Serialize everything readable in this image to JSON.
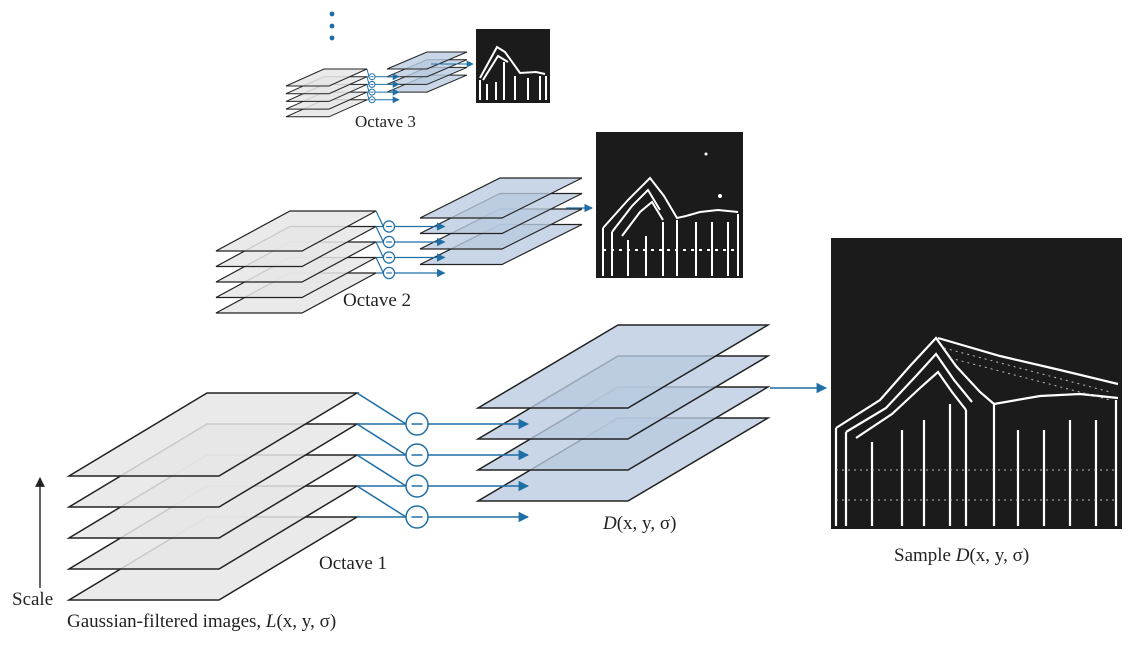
{
  "octaves": [
    {
      "label": "Octave 1",
      "gaussian_count": 5,
      "dog_count": 4
    },
    {
      "label": "Octave 2",
      "gaussian_count": 5,
      "dog_count": 4
    },
    {
      "label": "Octave 3",
      "gaussian_count": 5,
      "dog_count": 4
    }
  ],
  "labels": {
    "gaussian": "Gaussian-filtered images, ",
    "gaussian_fn": "L",
    "dog_fn": "D",
    "fn_args": "(x, y, σ)",
    "sample_prefix": "Sample ",
    "scale": "Scale",
    "minus": "−"
  },
  "colors": {
    "gaussian_fill": "#e6e6e6",
    "dog_fill": "#b9cbe0",
    "dog_overlap": "#8fb0d0",
    "arrow": "#1f6fa6",
    "stroke": "#222222",
    "image_bg": "#1b1b1b",
    "edge": "#ffffff"
  },
  "icons": {
    "continuation": "vertical-dots-icon",
    "difference": "minus-circle-icon"
  }
}
